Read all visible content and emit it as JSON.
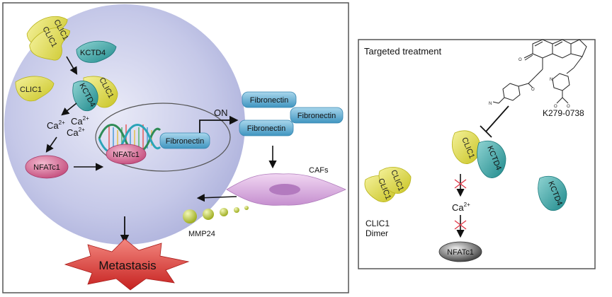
{
  "left_panel": {
    "proteins": {
      "clic1": "CLIC1",
      "kctd4": "KCTD4"
    },
    "calcium": {
      "base": "Ca",
      "charge": "2+"
    },
    "nfatc1": "NFATc1",
    "fibronectin": "Fibronectin",
    "on_label": "ON",
    "cafs": "CAFs",
    "mmp24": "MMP24",
    "metastasis": "Metastasis"
  },
  "right_panel": {
    "title": "Targeted treatment",
    "compound": "K279-0738",
    "clic1": "CLIC1",
    "kctd4": "KCTD4",
    "dimer_line1": "CLIC1",
    "dimer_line2": "Dimer",
    "calcium_base": "Ca",
    "calcium_charge": "2+",
    "nfatc1": "NFATc1"
  },
  "colors": {
    "cell_fill": "#c9cbe9",
    "clic1_yellow": "#e6e25a",
    "kctd4_teal": "#3fa7a8",
    "fibronectin_blue": "#6fb6d6",
    "nfatc1_pink": "#d8709a",
    "caf_pink": "#d8a6dc",
    "mmp_green": "#cfdc57",
    "metastasis_red": "#e0403c",
    "inhibit_red": "#e03a4a"
  }
}
